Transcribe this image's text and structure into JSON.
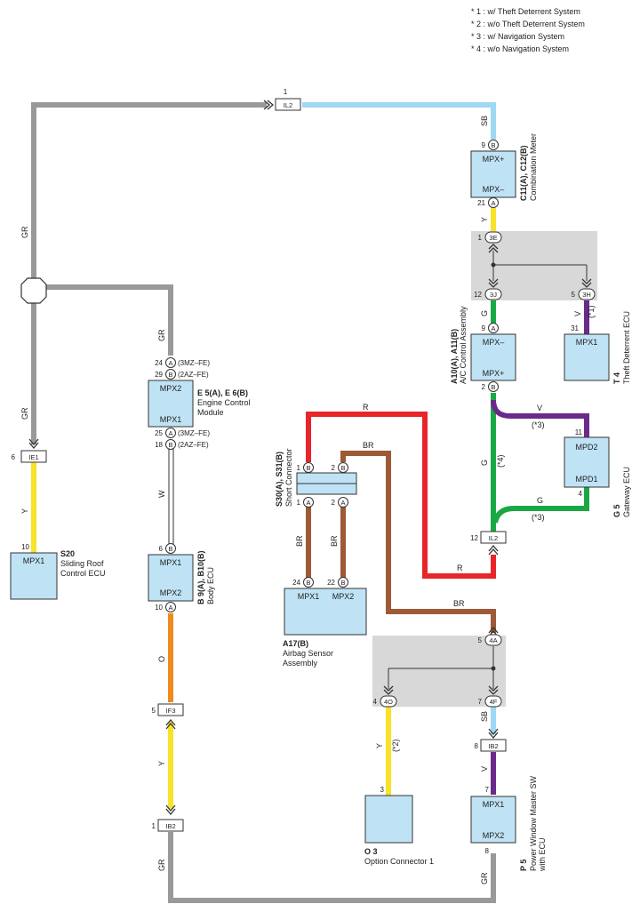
{
  "legend": [
    "* 1 : w/ Theft Deterrent System",
    "* 2 : w/o Theft Deterrent System",
    "* 3 : w/ Navigation System",
    "* 4 : w/o Navigation System"
  ],
  "colors": {
    "GR": "#999999",
    "SB": "#9fd8f2",
    "Y": "#f8e22a",
    "G": "#1aa845",
    "V": "#6a2a8c",
    "R": "#e8262a",
    "BR": "#9c5a36",
    "O": "#f08a1c",
    "W": "#ffffff"
  },
  "wire_labels": {
    "gr_left_top": "GR",
    "gr_left_mid": "GR",
    "y_s20": "Y",
    "gr_e5": "GR",
    "w_e5": "W",
    "o_b9": "O",
    "y_b9": "Y",
    "gr_bottom_left": "GR",
    "gr_bottom_right": "GR",
    "sb_top": "SB",
    "y_c11": "Y",
    "g_a10": "G",
    "v_t4": "V",
    "v_g5": "V",
    "v_g5_note": "(*3)",
    "g_main": "G",
    "g_main_note": "(*4)",
    "g_g5": "G",
    "g_g5_note": "(*3)",
    "r_top": "R",
    "r_bottom": "R",
    "br_top": "BR",
    "br_bottom": "BR",
    "br_s30_1": "BR",
    "br_s30_2": "BR",
    "sb_p5": "SB",
    "y_o3": "Y",
    "y_o3_note": "(*2)",
    "v_p5": "V",
    "t4_note": "(*1)"
  },
  "junctions": {
    "il2_top": {
      "name": "IL2",
      "pin": "1"
    },
    "ie1": {
      "name": "IE1",
      "pin": "6"
    },
    "if3": {
      "name": "IF3",
      "pin": "5"
    },
    "ib2_left": {
      "name": "IB2",
      "pin": "1"
    },
    "il2_mid": {
      "name": "IL2",
      "pin": "12"
    },
    "ib2_right": {
      "name": "IB2",
      "pin": "8"
    }
  },
  "conn_3e": {
    "id": "3E",
    "pin": "1"
  },
  "conn_3j": {
    "id": "3J",
    "pin": "12"
  },
  "conn_3h": {
    "id": "3H",
    "pin": "5"
  },
  "conn_4a": {
    "id": "4A",
    "pin": "5"
  },
  "conn_4o": {
    "id": "4O",
    "pin": "4"
  },
  "conn_4f": {
    "id": "4F",
    "pin": "7"
  },
  "c11": {
    "code": "C11(A), C12(B)",
    "name": "Combination Meter",
    "t1": "MPX+",
    "t2": "MPX–",
    "p1": "9",
    "c1": "B",
    "p2": "21",
    "c2": "A"
  },
  "a10": {
    "code": "A10(A), A11(B)",
    "name": "A/C Control Assembly",
    "t1": "MPX–",
    "t2": "MPX+",
    "p1": "9",
    "c1": "A",
    "p2": "2",
    "c2": "B"
  },
  "t4": {
    "code": "T 4",
    "name": "Theft Deterrent ECU",
    "t1": "MPX1",
    "p1": "31"
  },
  "g5": {
    "code": "G 5",
    "name": "Gateway ECU",
    "t1": "MPD2",
    "t2": "MPD1",
    "p1": "11",
    "p2": "4"
  },
  "e5": {
    "code": "E 5(A), E 6(B)",
    "name1": "Engine Control",
    "name2": "Module",
    "t1": "MPX2",
    "t2": "MPX1",
    "pins_top": [
      {
        "pin": "24",
        "c": "A",
        "note": "(3MZ–FE)"
      },
      {
        "pin": "29",
        "c": "B",
        "note": "(2AZ–FE)"
      }
    ],
    "pins_bot": [
      {
        "pin": "25",
        "c": "A",
        "note": "(3MZ–FE)"
      },
      {
        "pin": "18",
        "c": "B",
        "note": "(2AZ–FE)"
      }
    ]
  },
  "b9": {
    "code": "B 9(A), B10(B)",
    "name": "Body ECU",
    "t1": "MPX1",
    "t2": "MPX2",
    "p1": "6",
    "c1": "B",
    "p2": "10",
    "c2": "A"
  },
  "s20": {
    "code": "S20",
    "name1": "Sliding Roof",
    "name2": "Control ECU",
    "t1": "MPX1",
    "p1": "10"
  },
  "s30": {
    "code": "S30(A), S31(B)",
    "name": "Short Connector",
    "p1": "1",
    "c1": "B",
    "p2": "2",
    "c2": "B",
    "p3": "1",
    "c3": "A",
    "p4": "2",
    "c4": "A"
  },
  "a17": {
    "code": "A17(B)",
    "name1": "Airbag Sensor",
    "name2": "Assembly",
    "t1": "MPX1",
    "t2": "MPX2",
    "p1": "24",
    "c1": "B",
    "p2": "22",
    "c2": "B"
  },
  "o3": {
    "code": "O 3",
    "name": "Option Connector 1",
    "p1": "3"
  },
  "p5": {
    "code": "P 5",
    "name1": "Power Window Master SW",
    "name2": "with ECU",
    "t1": "MPX1",
    "t2": "MPX2",
    "p1": "7",
    "p2": "8"
  }
}
